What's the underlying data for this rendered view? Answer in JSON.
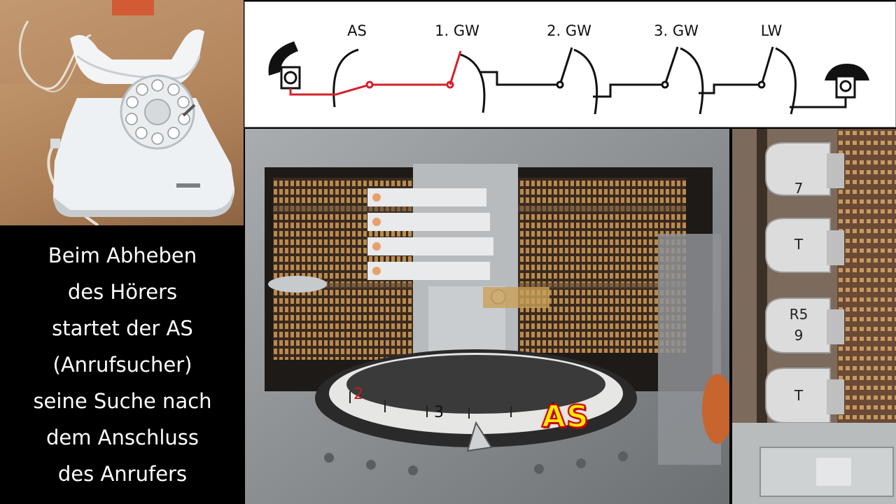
{
  "caption": {
    "lines": [
      "Beim Abheben",
      "des Hörers",
      "startet der AS",
      "(Anrufsucher)",
      "seine Suche nach",
      "dem Anschluss",
      "des Anrufers"
    ]
  },
  "diagram": {
    "stages": [
      "AS",
      "1. GW",
      "2. GW",
      "3. GW",
      "LW"
    ],
    "active_path_color": "#d4202a",
    "idle_path_color": "#111111"
  },
  "selector_photo": {
    "overlay_label": "AS",
    "scale_numbers": [
      "2",
      "3"
    ]
  },
  "relay_photo": {
    "relay_labels": [
      "7",
      "T",
      "R5",
      "9",
      "T"
    ]
  },
  "colors": {
    "overlay_text": "#ffe900",
    "overlay_outline": "#c40000"
  }
}
